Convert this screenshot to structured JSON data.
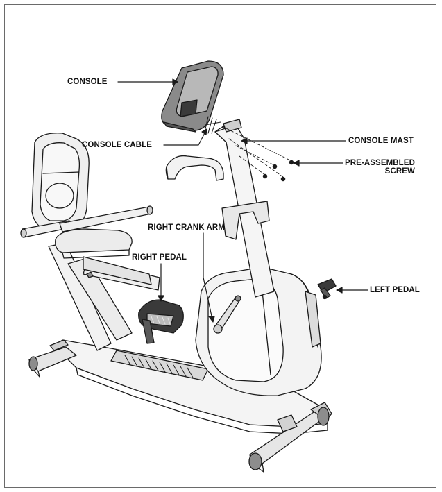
{
  "labels": {
    "console": "CONSOLE",
    "console_cable": "CONSOLE CABLE",
    "console_mast": "CONSOLE MAST",
    "pre_assembled_screw_line1": "PRE-ASSEMBLED",
    "pre_assembled_screw_line2": "SCREW",
    "right_crank_arm": "RIGHT CRANK ARM",
    "right_pedal": "RIGHT PEDAL",
    "left_pedal": "LEFT PEDAL"
  },
  "colors": {
    "line": "#1a1a1a",
    "shade_light": "#cfcfcf",
    "shade_mid": "#8d8d8d",
    "shade_dark": "#3a3a3a",
    "frame_border": "#6a6a6a"
  }
}
